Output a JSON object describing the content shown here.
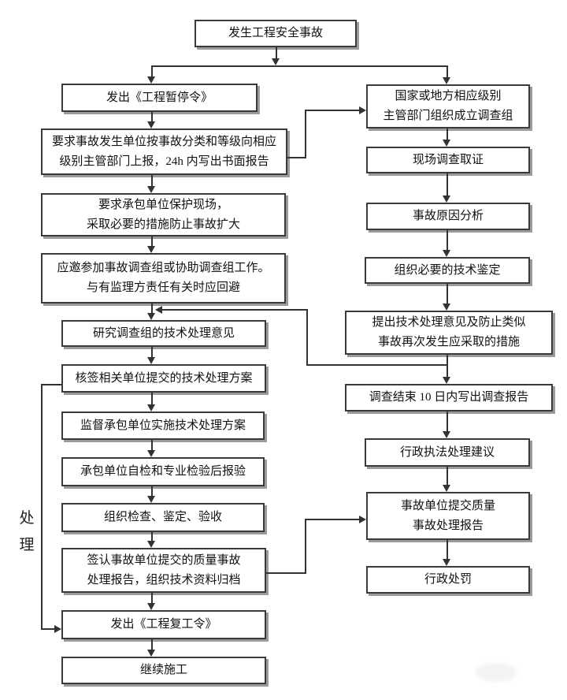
{
  "side_label": "处\n理",
  "colors": {
    "line": "#333333",
    "box_border": "#3a3a3a",
    "box_shadow": "#9b9b9b",
    "background": "#ffffff",
    "text": "#111111"
  },
  "nodes": {
    "start": {
      "label": "发生工程安全事故"
    },
    "l1": {
      "label": "发出《工程暂停令》"
    },
    "l2": {
      "label": "要求事故发生单位按事故分类和等级向相应\n级别主管部门上报，24h 内写出书面报告"
    },
    "l3": {
      "label": "要求承包单位保护现场，\n采取必要的措施防止事故扩大"
    },
    "l4": {
      "label": "应邀参加事故调查组或协助调查组工作。\n与有监理方责任有关时应回避"
    },
    "l5": {
      "label": "研究调查组的技术处理意见"
    },
    "l6": {
      "label": "核签相关单位提交的技术处理方案"
    },
    "l7": {
      "label": "监督承包单位实施技术处理方案"
    },
    "l8": {
      "label": "承包单位自检和专业检验后报验"
    },
    "l9": {
      "label": "组织检查、鉴定、验收"
    },
    "l10": {
      "label": "签认事故单位提交的质量事故\n处理报告，组织技术资料归档"
    },
    "l11": {
      "label": "发出《工程复工令》"
    },
    "l12": {
      "label": "继续施工"
    },
    "r1": {
      "label": "国家或地方相应级别\n主管部门组织成立调查组"
    },
    "r2": {
      "label": "现场调查取证"
    },
    "r3": {
      "label": "事故原因分析"
    },
    "r4": {
      "label": "组织必要的技术鉴定"
    },
    "r5": {
      "label": "提出技术处理意见及防止类似\n事故再次发生应采取的措施"
    },
    "r6": {
      "label": "调查结束 10 日内写出调查报告"
    },
    "r7": {
      "label": "行政执法处理建议"
    },
    "r8": {
      "label": "事故单位提交质量\n事故处理报告"
    },
    "r9": {
      "label": "行政处罚"
    }
  }
}
